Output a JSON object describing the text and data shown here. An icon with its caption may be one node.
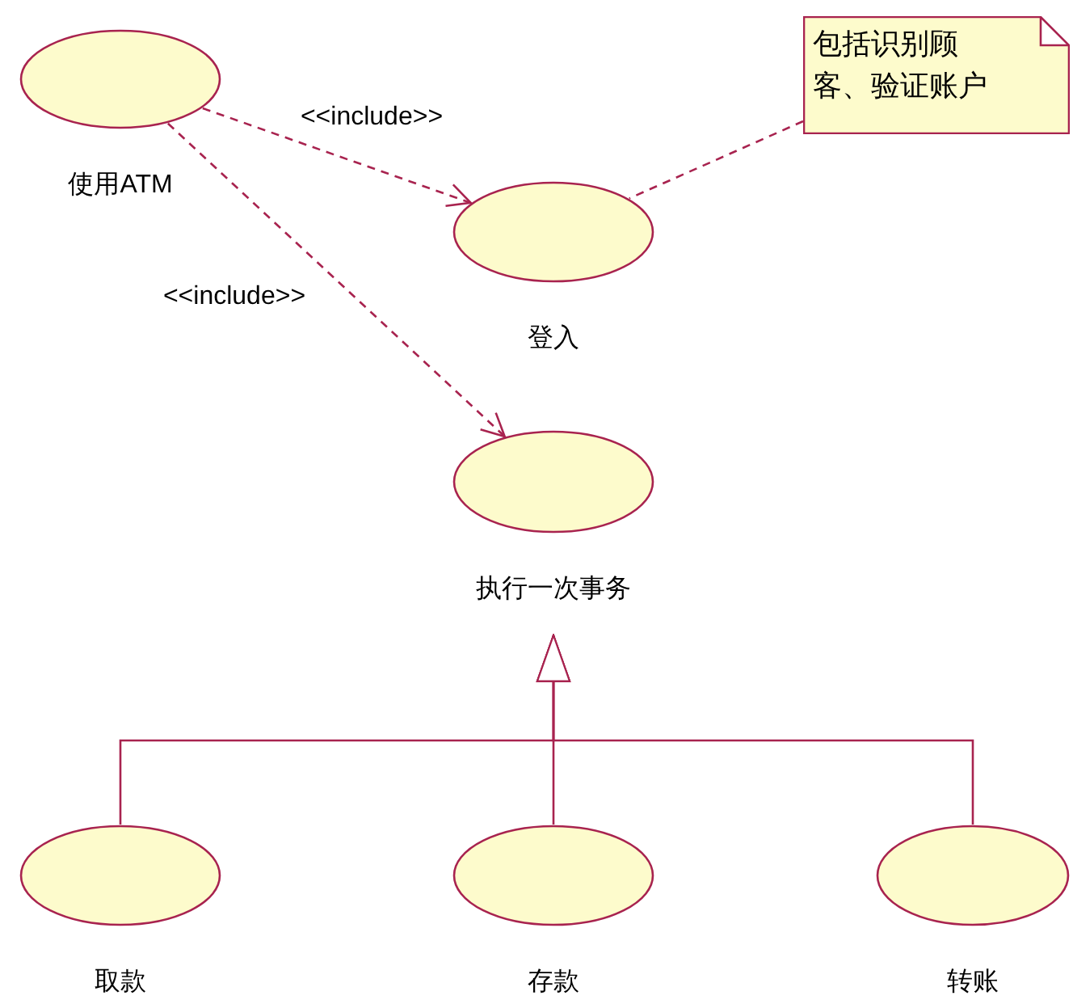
{
  "diagram": {
    "nodes": [
      {
        "text": [
          "使用ATM"
        ]
      },
      {
        "text": [
          "登入"
        ]
      },
      {
        "text": [
          "包括识别顾客、验证账户"
        ]
      },
      {
        "text": [
          "执行一次事务"
        ]
      },
      {
        "text": [
          "取款"
        ]
      },
      {
        "text": [
          "存款"
        ]
      },
      {
        "text": [
          "转账"
        ]
      }
    ],
    "edges": [
      {
        "from": 0,
        "to": 1,
        "arrow": "to",
        "style": "dashed",
        "label": "<<include>>"
      },
      {
        "from": 0,
        "to": 3,
        "arrow": "to",
        "style": "dashed",
        "label": "<<include>>"
      },
      {
        "from": 2,
        "to": 1,
        "arrow": "none",
        "style": "dashed"
      },
      {
        "from": 4,
        "to": 3,
        "arrow": "to"
      },
      {
        "from": 5,
        "to": 3,
        "arrow": "to"
      },
      {
        "from": 6,
        "to": 3,
        "arrow": "to"
      }
    ]
  }
}
